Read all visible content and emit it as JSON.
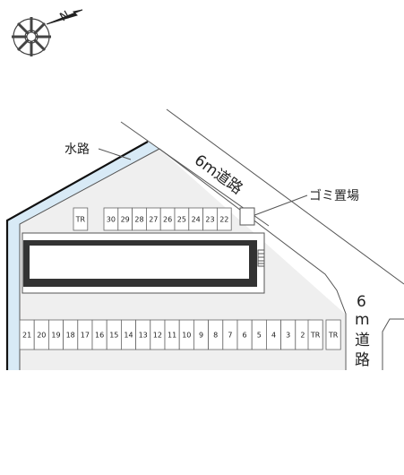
{
  "labels": {
    "compass": "N",
    "waterway": "水路",
    "road_top": "6m道路",
    "garbage": "ゴミ置場",
    "road_right": [
      "6",
      "m",
      "道",
      "路"
    ]
  },
  "parking_top": [
    "TR",
    "30",
    "29",
    "28",
    "27",
    "26",
    "25",
    "24",
    "23",
    "22"
  ],
  "parking_bottom": [
    "21",
    "20",
    "19",
    "18",
    "17",
    "16",
    "15",
    "14",
    "13",
    "12",
    "11",
    "10",
    "9",
    "8",
    "7",
    "6",
    "5",
    "4",
    "3",
    "2",
    "TR",
    "TR"
  ],
  "colors": {
    "site_fill": "#efefef",
    "water": "#d8eaf6",
    "building": "#333333",
    "line": "#555555"
  }
}
